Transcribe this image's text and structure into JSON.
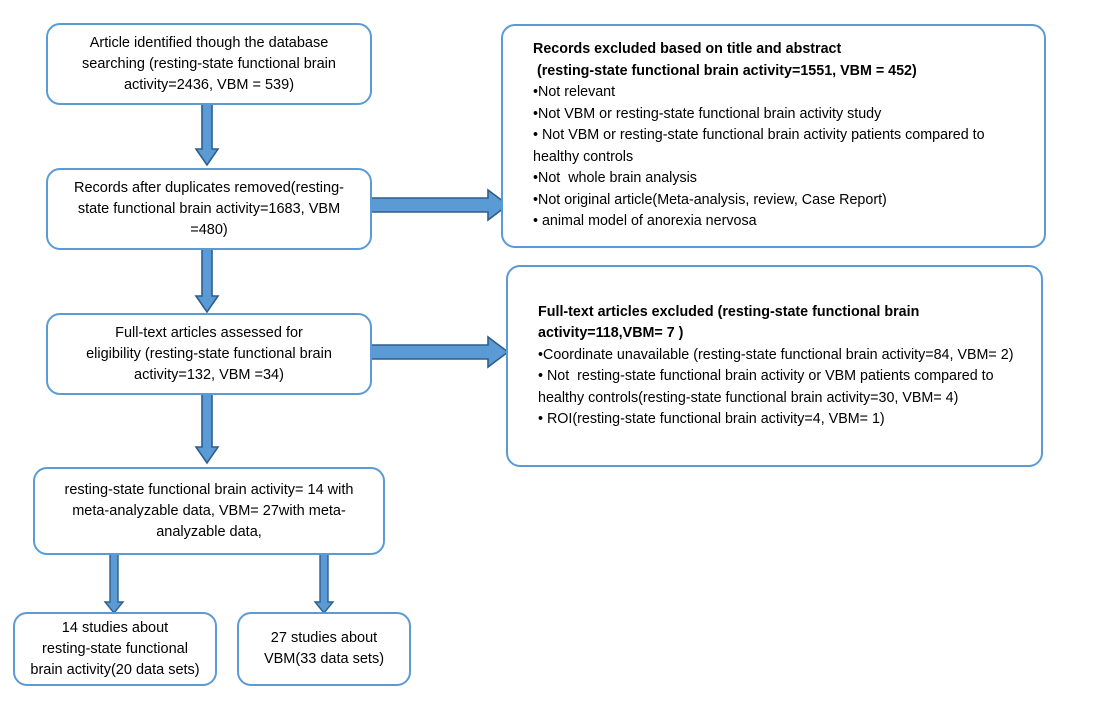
{
  "diagram": {
    "title": "PRISMA study selection flow diagram",
    "colors": {
      "box_border": "#5B9BD5",
      "box_fill": "#FFFFFF",
      "arrow_fill": "#5B9BD5",
      "arrow_stroke": "#2E5E8E",
      "text": "#000000"
    },
    "nodes": {
      "identification": {
        "name": "Article identified though the database searching",
        "lines": [
          "Article identified though the database",
          "searching (resting-state functional brain",
          "activity=2436, VBM = 539)"
        ]
      },
      "duplicates_removed": {
        "name": "Records after duplicates removed",
        "lines": [
          "Records after duplicates removed(resting-",
          "state functional brain activity=1683, VBM",
          "=480)"
        ]
      },
      "eligibility": {
        "name": "Full-text articles assessed for eligibility",
        "lines": [
          "Full-text articles assessed for",
          "eligibility (resting-state functional brain",
          "activity=132, VBM =34)"
        ]
      },
      "included": {
        "name": "Studies with meta-analyzable data",
        "lines": [
          "resting-state functional brain activity= 14 with",
          "meta-analyzable data, VBM= 27with meta-",
          "analyzable data,"
        ]
      },
      "final_rest": {
        "name": "14 studies about resting-state functional brain activity",
        "lines": [
          "14 studies about",
          "resting-state functional",
          "brain activity(20 data sets)"
        ]
      },
      "final_vbm": {
        "name": "27 studies about VBM",
        "lines": [
          "27 studies about",
          "VBM(33 data sets)"
        ]
      },
      "excluded_title_abstract": {
        "name": "Records excluded based on title and abstract",
        "lines": [
          {
            "text": "Records excluded based on title and abstract",
            "bold": true
          },
          {
            "text": " (resting-state functional brain activity=1551, VBM = 452)",
            "bold": true
          },
          {
            "text": "•Not relevant",
            "bold": false
          },
          {
            "text": "•Not VBM or resting-state functional brain activity study",
            "bold": false
          },
          {
            "text": "• Not VBM or resting-state functional brain activity patients compared to",
            "bold": false
          },
          {
            "text": "healthy controls",
            "bold": false
          },
          {
            "text": "•Not  whole brain analysis",
            "bold": false
          },
          {
            "text": "•Not original article(Meta-analysis, review, Case Report)",
            "bold": false
          },
          {
            "text": "• animal model of anorexia nervosa",
            "bold": false
          }
        ]
      },
      "excluded_fulltext": {
        "name": "Full-text articles excluded",
        "lines": [
          {
            "text": "Full-text articles excluded (resting-state functional brain",
            "bold": true
          },
          {
            "text": "activity=118,VBM= 7 )",
            "bold": true
          },
          {
            "text": "•Coordinate unavailable (resting-state functional brain activity=84, VBM= 2)",
            "bold": false
          },
          {
            "text": "• Not  resting-state functional brain activity or VBM patients compared to",
            "bold": false
          },
          {
            "text": "healthy controls(resting-state functional brain activity=30, VBM= 4)",
            "bold": false
          },
          {
            "text": "• ROI(resting-state functional brain activity=4, VBM= 1)",
            "bold": false
          }
        ]
      }
    }
  }
}
